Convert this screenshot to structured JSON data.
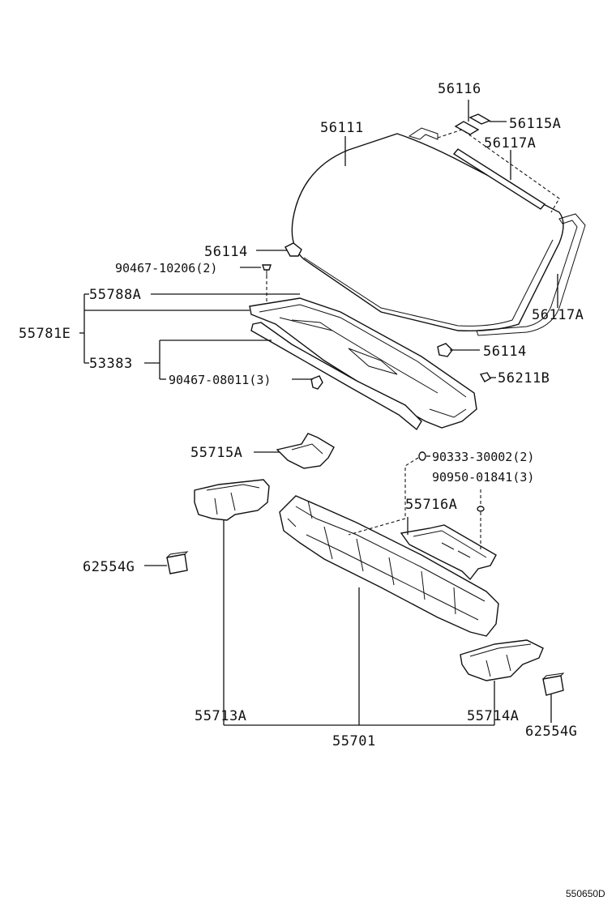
{
  "labels": {
    "p56116": "56116",
    "p56111": "56111",
    "p56115A": "56115A",
    "p56117A_top": "56117A",
    "p56114_top": "56114",
    "p90467_10206": "90467-10206(2)",
    "p55788A": "55788A",
    "p56117A_side": "56117A",
    "p55781E": "55781E",
    "p53383": "53383",
    "p56114_mid": "56114",
    "p90467_08011": "90467-08011(3)",
    "p56211B": "56211B",
    "p55715A": "55715A",
    "p90333_30002": "90333-30002(2)",
    "p90950_01841": "90950-01841(3)",
    "p55716A": "55716A",
    "p62554G_left": "62554G",
    "p55713A": "55713A",
    "p55714A": "55714A",
    "p55701": "55701",
    "p62554G_right": "62554G"
  },
  "diagram_code": "550650D"
}
